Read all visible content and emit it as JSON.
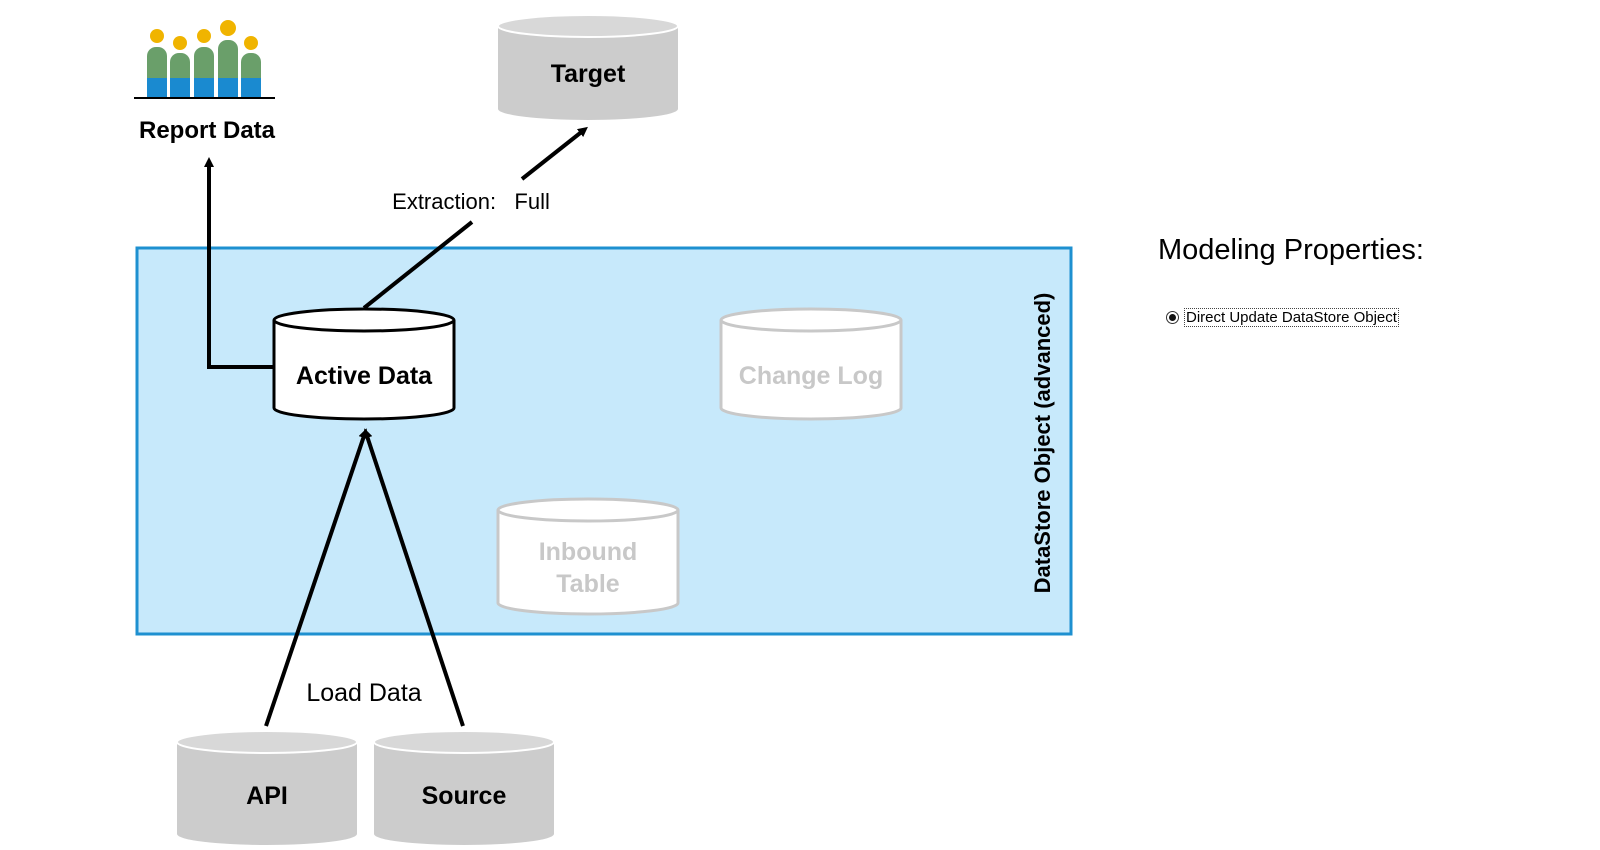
{
  "report": {
    "label": "Report Data",
    "people_colors": [
      "#f0b400",
      "#6a9f6a",
      "#1a8ad0"
    ]
  },
  "target": {
    "label": "Target"
  },
  "extraction": {
    "label": "Extraction:   Full"
  },
  "adso": {
    "label": "DataStore  Object  (advanced)",
    "fill": "#c7e9fb",
    "border": "#1e90d0"
  },
  "active_data": {
    "label": "Active Data"
  },
  "change_log": {
    "label": "Change Log"
  },
  "inbound_table": {
    "line1": "Inbound",
    "line2": "Table"
  },
  "load": {
    "label": "Load Data"
  },
  "api": {
    "label": "API"
  },
  "source": {
    "label": "Source"
  },
  "properties": {
    "title": "Modeling  Properties:",
    "option_label": "Direct Update DataStore Object",
    "option_selected": true
  }
}
